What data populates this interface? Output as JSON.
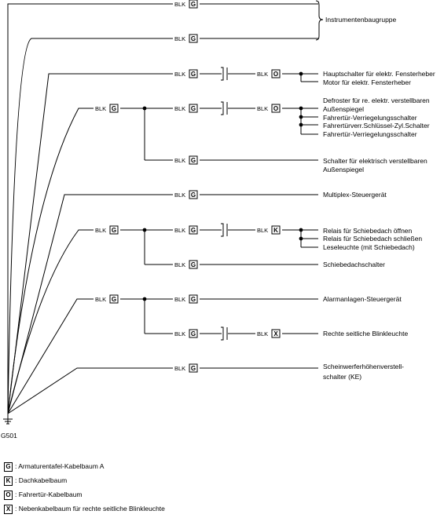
{
  "wire_color": "BLK",
  "ground_label": "G501",
  "instrument_group_label": "Instrumentenbaugruppe",
  "labels": {
    "hauptschalter": "Hauptschalter für elektr. Fensterheber",
    "motor": "Motor für elektr. Fensterheber",
    "defroster_line1": "Defroster für re. elektr. verstellbaren",
    "defroster_line2": "Außenspiegel",
    "fahrertuer_verriegelung_1": "Fahrertür-Verriegelungsschalter",
    "fahrertuer_schluessel": "Fahrertürverr.Schlüssel-Zyl.Schalter",
    "fahrertuer_verriegelung_2": "Fahrertür-Verriegelungsschalter",
    "schalter_spiegel_line1": "Schalter für elektrisch verstellbaren",
    "schalter_spiegel_line2": "Außenspiegel",
    "multiplex": "Multiplex-Steuergerät",
    "relais_oeffnen": "Relais für Schiebedach öffnen",
    "relais_schliessen": "Relais für Schiebedach schließen",
    "leseleuchte": "Leseleuchte (mit Schiebedach)",
    "schiebedachschalter": "Schiebedachschalter",
    "alarmanlagen": "Alarmanlagen-Steuergerät",
    "blinkleuchte": "Rechte seitliche Blinkleuchte",
    "scheinwerfer_line1": "Scheinwerferhöhenverstell-",
    "scheinwerfer_line2": "schalter (KE)"
  },
  "harness_letters": {
    "armaturentafel": "G",
    "dach": "K",
    "fahrertuer": "O",
    "neben": "X"
  },
  "legend": [
    {
      "letter": "G",
      "text": ": Armaturentafel-Kabelbaum A"
    },
    {
      "letter": "K",
      "text": ": Dachkabelbaum"
    },
    {
      "letter": "O",
      "text": ": Fahrertür-Kabelbaum"
    },
    {
      "letter": "X",
      "text": ": Nebenkabelbaum für rechte seitliche Blinkleuchte"
    }
  ]
}
